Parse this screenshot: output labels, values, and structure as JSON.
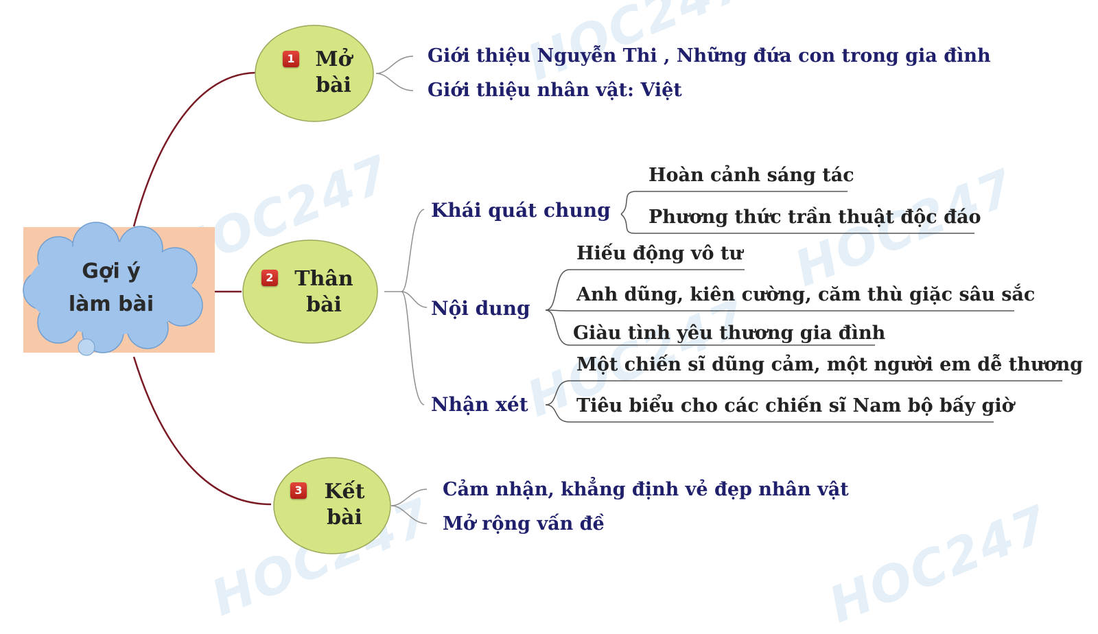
{
  "watermark": "HOC247",
  "center": {
    "line1": "Gợi ý",
    "line2": "làm bài"
  },
  "sections": [
    {
      "number": "1",
      "line1": "Mở",
      "line2": "bài"
    },
    {
      "number": "2",
      "line1": "Thân",
      "line2": "bài"
    },
    {
      "number": "3",
      "line1": "Kết",
      "line2": "bài"
    }
  ],
  "mo_bai": {
    "items": [
      "Giới thiệu Nguyễn Thi , Những đứa con trong gia đình",
      "Giới thiệu nhân vật: Việt"
    ]
  },
  "than_bai": {
    "khai_quat": {
      "label": "Khái quát chung",
      "items": [
        "Hoàn cảnh sáng tác",
        "Phương thức trần thuật độc đáo"
      ]
    },
    "noi_dung": {
      "label": "Nội dung",
      "items": [
        "Hiếu động vô tư",
        "Anh dũng, kiên cường, căm thù giặc sâu sắc",
        "Giàu tình yêu thương gia đình"
      ]
    },
    "nhan_xet": {
      "label": "Nhận xét",
      "items": [
        "Một chiến sĩ dũng cảm, một người em dễ thương",
        "Tiêu biểu cho các chiến sĩ Nam bộ bấy giờ"
      ]
    }
  },
  "ket_bai": {
    "items": [
      "Cảm nhận, khẳng định vẻ đẹp nhân vật",
      "Mở rộng vấn đề"
    ]
  },
  "colors": {
    "branch": "#7a1a24",
    "node_fill": "#d6e584",
    "cloud_fill": "#9fc3ea",
    "center_bg": "#f8c9a8",
    "text_blue": "#1f1f6b"
  }
}
